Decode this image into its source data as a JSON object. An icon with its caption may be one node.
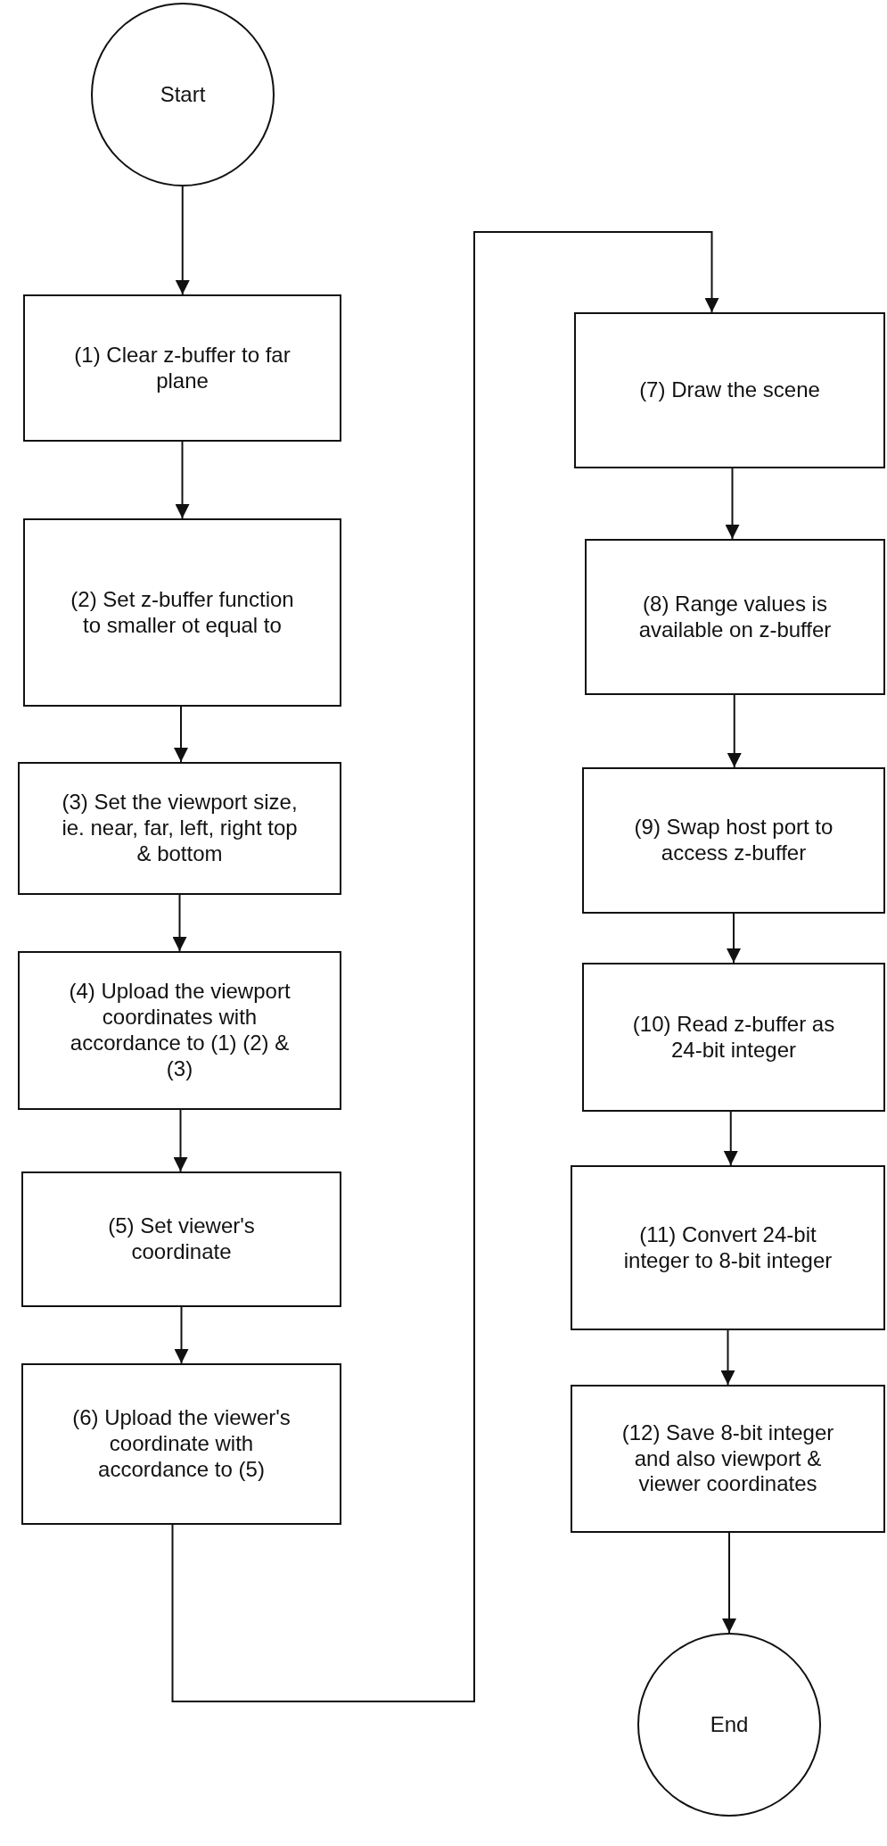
{
  "diagram": {
    "nodes": [
      {
        "text": [
          "Start"
        ]
      },
      {
        "text": [
          "(1) Clear z-buffer to far plane"
        ]
      },
      {
        "text": [
          "(2) Set z-buffer function to smaller ot equal to"
        ]
      },
      {
        "text": [
          "(3) Set the viewport size, ie. near, far, left, right top & bottom"
        ]
      },
      {
        "text": [
          "(4) Upload the viewport coordinates with accordance to (1) (2) & (3)"
        ]
      },
      {
        "text": [
          "(5) Set viewer's coordinate"
        ]
      },
      {
        "text": [
          "(6) Upload the viewer's coordinate with accordance to (5)"
        ]
      },
      {
        "text": [
          "(7) Draw the scene"
        ]
      },
      {
        "text": [
          "(8) Range values is available on z-buffer"
        ]
      },
      {
        "text": [
          "(9) Swap host port to access z-buffer"
        ]
      },
      {
        "text": [
          "(10) Read z-buffer as 24-bit integer"
        ]
      },
      {
        "text": [
          "(11) Convert 24-bit integer to 8-bit integer"
        ]
      },
      {
        "text": [
          "(12) Save 8-bit integer and also viewport & viewer coordinates"
        ]
      },
      {
        "text": [
          "End"
        ]
      }
    ],
    "edges": [
      {
        "from": 0,
        "to": 1,
        "arrow": "to"
      },
      {
        "from": 1,
        "to": 2,
        "arrow": "to"
      },
      {
        "from": 2,
        "to": 3,
        "arrow": "to"
      },
      {
        "from": 3,
        "to": 4,
        "arrow": "to"
      },
      {
        "from": 4,
        "to": 5,
        "arrow": "to"
      },
      {
        "from": 5,
        "to": 6,
        "arrow": "to"
      },
      {
        "from": 6,
        "to": 7,
        "arrow": "to"
      },
      {
        "from": 7,
        "to": 8,
        "arrow": "to"
      },
      {
        "from": 8,
        "to": 9,
        "arrow": "to"
      },
      {
        "from": 9,
        "to": 10,
        "arrow": "to"
      },
      {
        "from": 10,
        "to": 11,
        "arrow": "to"
      },
      {
        "from": 11,
        "to": 12,
        "arrow": "to"
      },
      {
        "from": 12,
        "to": 13,
        "arrow": "to"
      }
    ]
  }
}
